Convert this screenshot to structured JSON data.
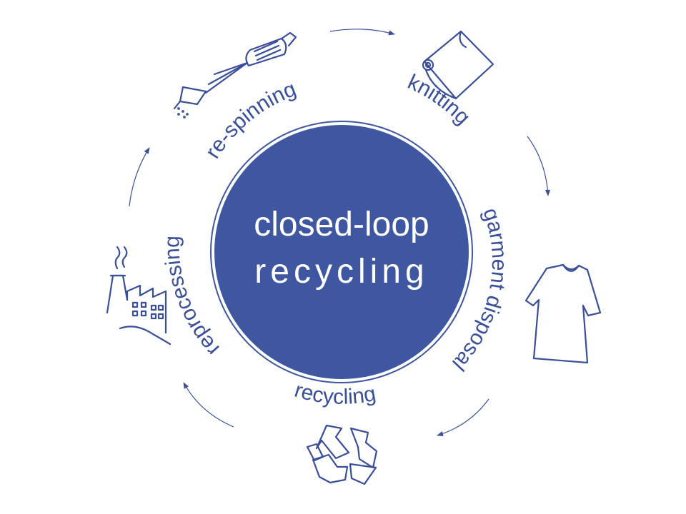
{
  "center": {
    "line1": "closed-loop",
    "line2": "recycling"
  },
  "stages": {
    "knitting": "knitting",
    "garment_disposal": "garment disposal",
    "recycling": "recycling",
    "reprocessing": "reprocessing",
    "re_spinning": "re-spinning"
  },
  "icons": {
    "knitting": "fabric-roll-icon",
    "garment_disposal": "t-shirt-icon",
    "recycling": "recycle-icon",
    "reprocessing": "factory-icon",
    "re_spinning": "yarn-spool-spinneret-icon"
  },
  "colors": {
    "primary": "#3f56a0",
    "outline": "#3a4f9a",
    "background": "#ffffff"
  }
}
